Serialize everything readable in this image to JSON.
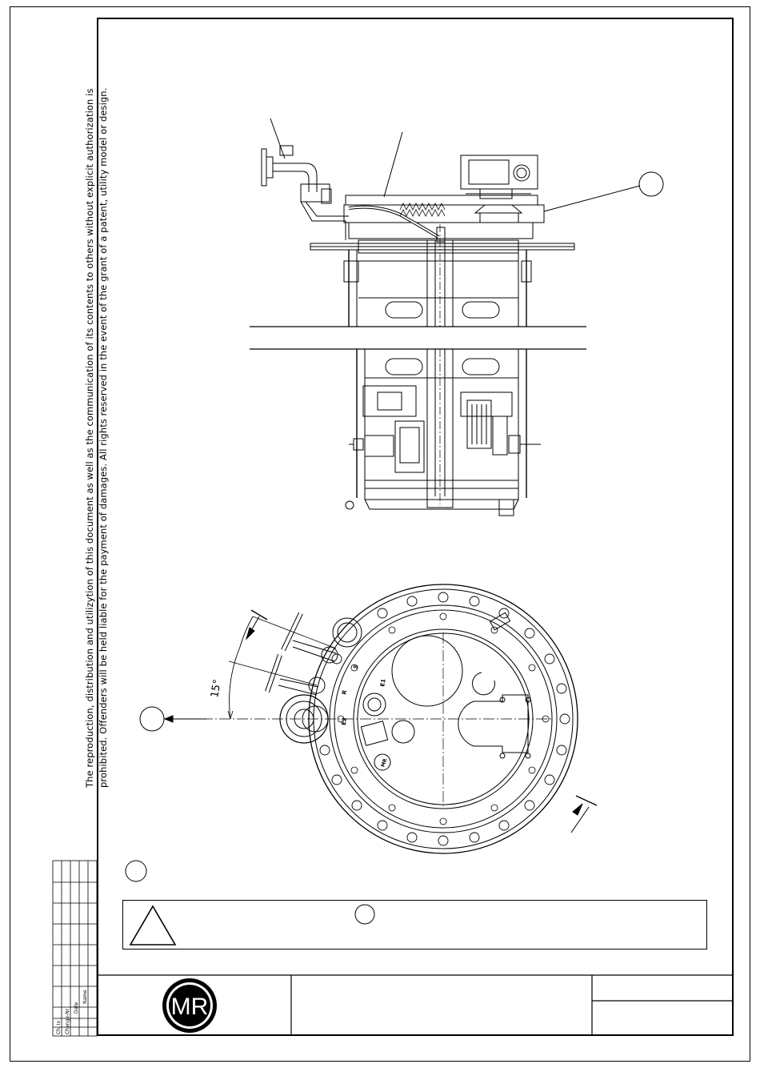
{
  "copyright_notice": {
    "line1": "The reproduction, distribution and utilizytion of this document as well as the communication of its contents to others without explicit authorization is",
    "line2": "prohibited. Offenders will be held liable for the payment of damages. All rights reserved in the event of the grant of a patent, utility model or design."
  },
  "drawing": {
    "angle_label": "15°",
    "terminal_labels": [
      "S",
      "R",
      "E2",
      "E1"
    ],
    "emblem_text": "MR"
  },
  "revision_table": {
    "headers": [
      "Ch. Ix",
      "Change-Nr",
      "Date",
      "Name"
    ]
  },
  "title_block": {
    "logo_text": "MR"
  }
}
